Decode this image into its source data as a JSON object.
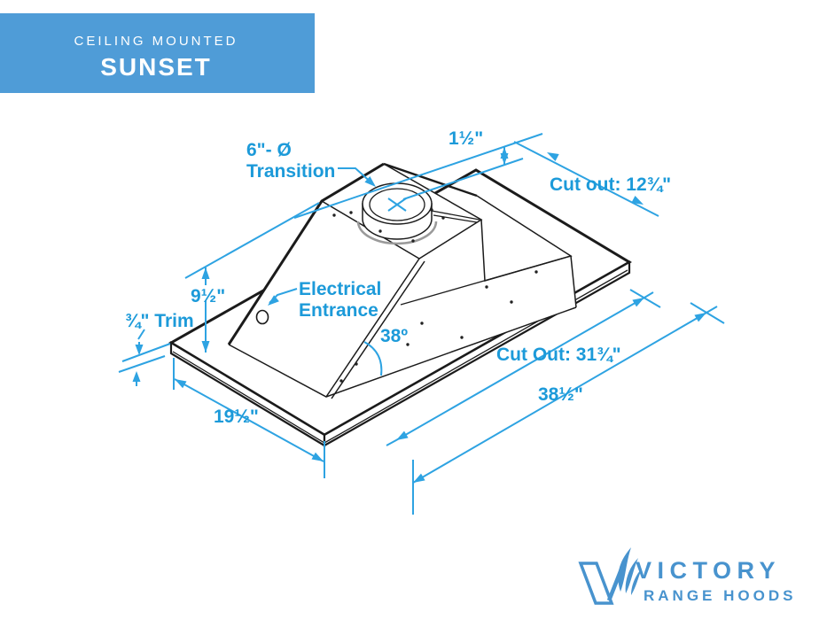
{
  "banner": {
    "category": "CEILING MOUNTED",
    "model": "SUNSET"
  },
  "diagram": {
    "transition_line1": "6\"- Ø",
    "transition_line2": "Transition",
    "collar_height": "1½\"",
    "cutout_width": "Cut out: 12¾\"",
    "hood_height": "9½\"",
    "trim": "¾\" Trim",
    "electrical_line1": "Electrical",
    "electrical_line2": "Entrance",
    "angle": "38º",
    "cutout_length": "Cut Out: 31¾\"",
    "overall_length": "38½\"",
    "overall_width": "19½\""
  },
  "logo": {
    "brand": "VICTORY",
    "tagline": "RANGE HOODS"
  },
  "colors": {
    "banner_blue": "#4F9CD7",
    "dimension_blue": "#2EA3E2",
    "label_blue": "#1C9AD9",
    "logo_blue": "#4893CE"
  }
}
